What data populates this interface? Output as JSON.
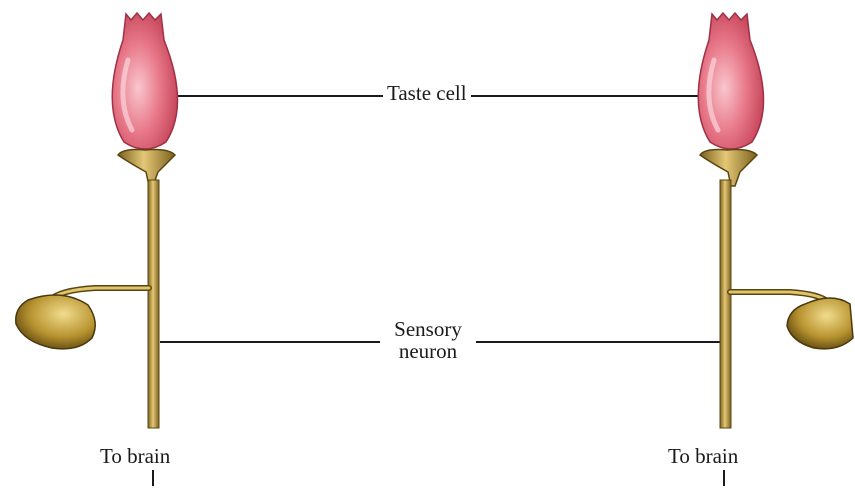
{
  "labels": {
    "taste_cell": "Taste cell",
    "sensory_neuron_line1": "Sensory",
    "sensory_neuron_line2": "neuron",
    "to_brain_left": "To brain",
    "to_brain_right": "To brain"
  },
  "colors": {
    "taste_cell_fill": "#e8798a",
    "taste_cell_highlight": "#f7bcc4",
    "neuron_fill": "#c9a64a",
    "neuron_dark": "#6b5418",
    "ganglion_fill": "#b89430",
    "leader_line": "#1a1a1a"
  }
}
